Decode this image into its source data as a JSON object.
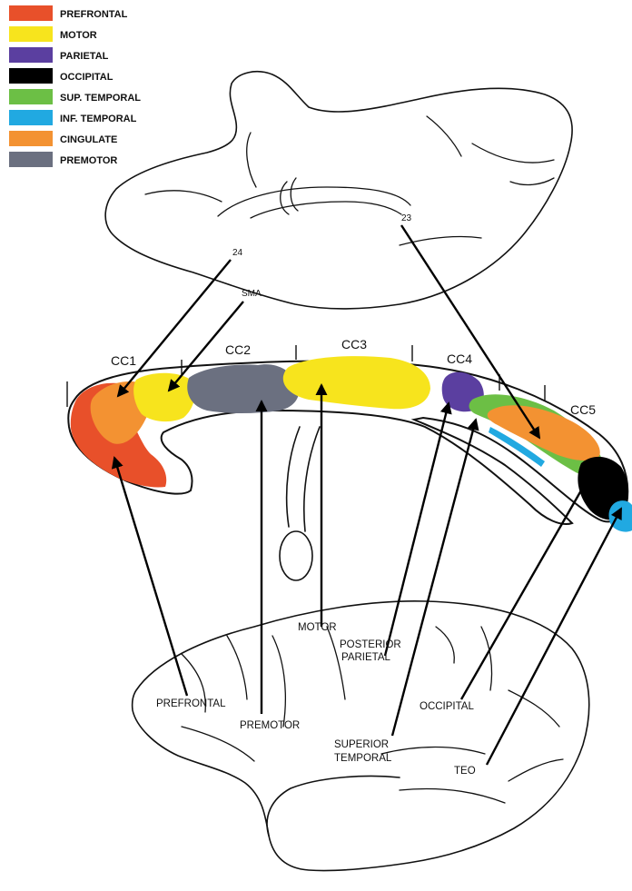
{
  "legend": [
    {
      "label": "PREFRONTAL",
      "color": "#e8502a"
    },
    {
      "label": "MOTOR",
      "color": "#f7e41d"
    },
    {
      "label": "PARIETAL",
      "color": "#5b3fa0"
    },
    {
      "label": "OCCIPITAL",
      "color": "#000000"
    },
    {
      "label": "SUP. TEMPORAL",
      "color": "#6cbf45"
    },
    {
      "label": "INF. TEMPORAL",
      "color": "#21a9e1"
    },
    {
      "label": "CINGULATE",
      "color": "#f39232"
    },
    {
      "label": "PREMOTOR",
      "color": "#6b7080"
    }
  ],
  "medial_labels": {
    "area24": "24",
    "area23": "23",
    "sma": "SMA"
  },
  "segments": [
    "CC1",
    "CC2",
    "CC3",
    "CC4",
    "CC5"
  ],
  "cortex_labels": {
    "prefrontal": "PREFRONTAL",
    "premotor": "PREMOTOR",
    "motor": "MOTOR",
    "posterior_parietal_1": "POSTERIOR",
    "posterior_parietal_2": "PARIETAL",
    "superior_temporal_1": "SUPERIOR",
    "superior_temporal_2": "TEMPORAL",
    "occipital": "OCCIPITAL",
    "teo": "TEO"
  }
}
